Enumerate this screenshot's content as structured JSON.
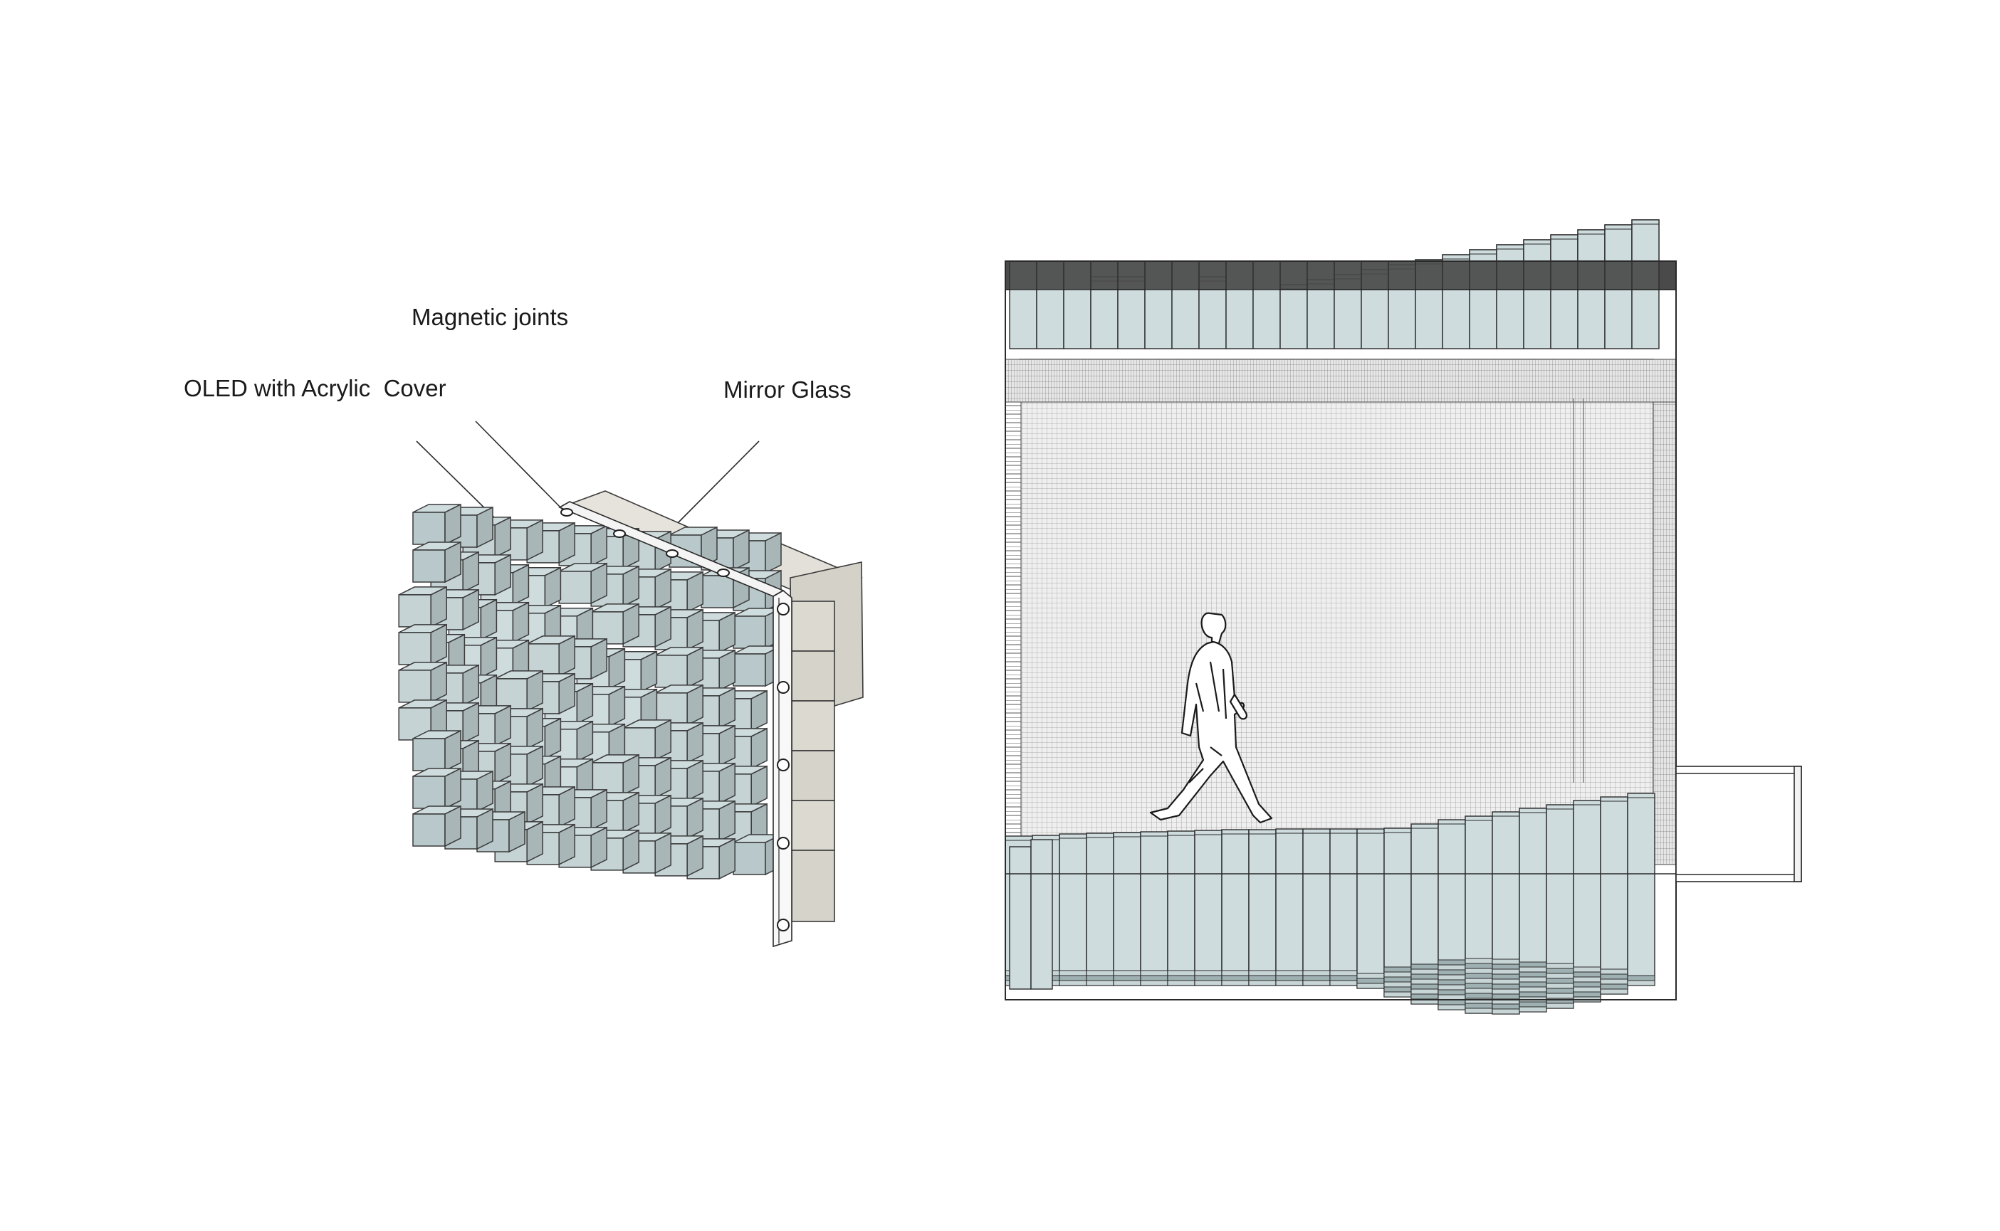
{
  "labels": {
    "magnetic_joints": "Magnetic joints",
    "oled_cover": "OLED with Acrylic  Cover",
    "mirror_glass": "Mirror Glass"
  },
  "colors": {
    "oled_light": "#cfdcde",
    "oled_mid": "#b9c8ca",
    "oled_dark": "#a8b6b8",
    "mirror_light": "#e3e0d9",
    "mirror_mid": "#d4d1c9",
    "dark_band": "#4a4a4a",
    "line": "#2a2a2a",
    "grid_fill": "#ececec"
  },
  "icons": {
    "person": "walking-person-icon",
    "joint": "magnetic-joint-icon"
  }
}
